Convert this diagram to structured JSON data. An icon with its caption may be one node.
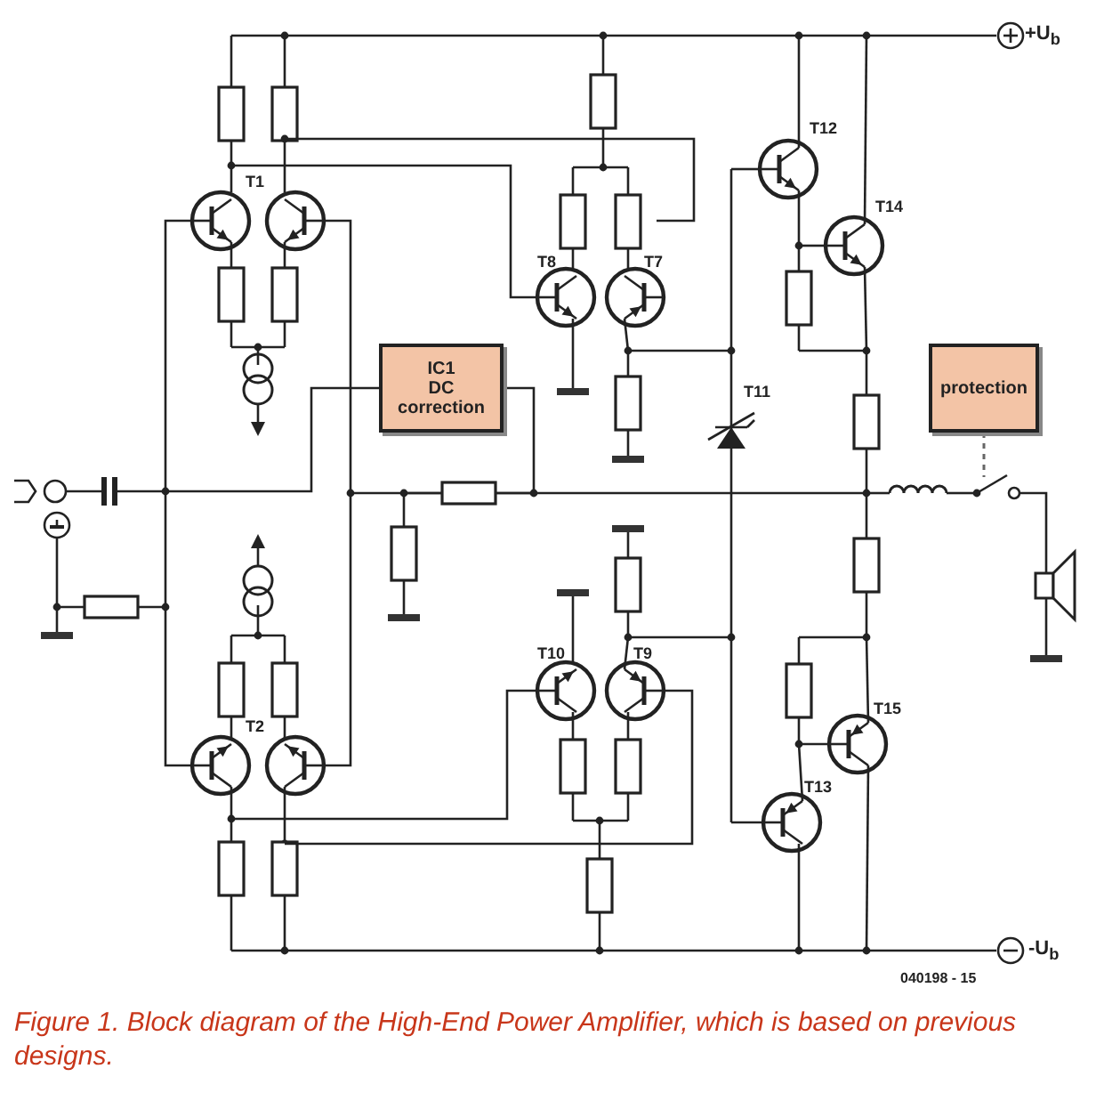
{
  "diagram": {
    "caption": "Figure 1. Block diagram of the High-End Power Amplifier, which is based on previous designs.",
    "nodes": [
      {
        "text": [
          "IC1",
          "DC correction"
        ]
      },
      {
        "text": [
          "protection"
        ]
      }
    ],
    "labels": [
      "+U$_{b}$",
      "T12",
      "T1",
      "T14",
      "T8",
      "T7",
      "T11",
      "T10",
      "T9",
      "T15",
      "T2",
      "T13",
      "-U$_{b}$",
      "040198 - 15"
    ]
  }
}
